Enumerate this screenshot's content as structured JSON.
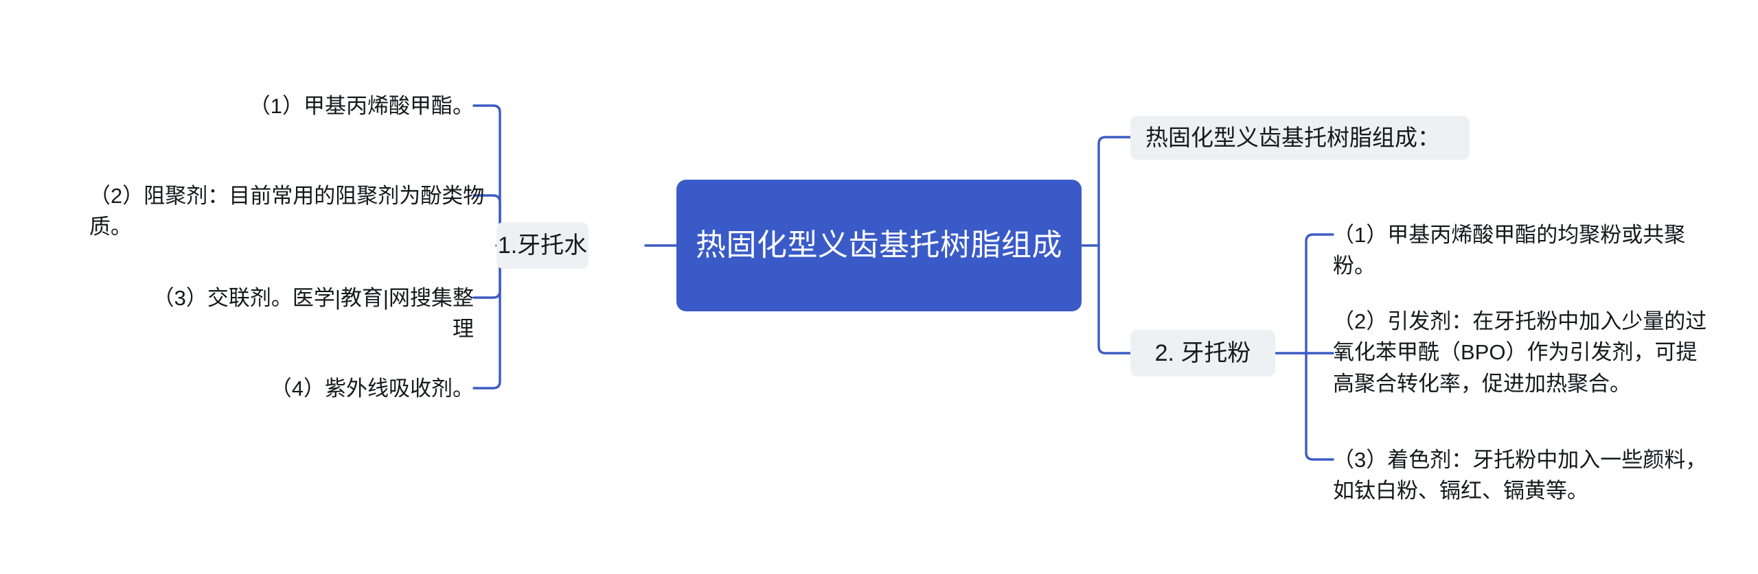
{
  "diagram": {
    "type": "mind-map",
    "title": "热固化型义齿基托树脂组成",
    "orientation": "horizontal-双向",
    "colors": {
      "root_fill": "#3a5bc7",
      "root_text": "#ffffff",
      "branch_fill": "#eef0f3",
      "branch_text": "#17181a",
      "connector": "#3b5bc4",
      "leaf_text": "#15171a",
      "canvas": "#ffffff"
    }
  },
  "root": {
    "label": "热固化型义齿基托树脂组成"
  },
  "left_branch": {
    "node": {
      "label": "1.牙托水"
    },
    "leaves": [
      {
        "label": "（1）甲基丙烯酸甲酯。"
      },
      {
        "label": "（2）阻聚剂：目前常用的阻聚剂为酚类物质。"
      },
      {
        "label": "（3）交联剂。医学|教育|网搜集整理"
      },
      {
        "label": "（4）紫外线吸收剂。"
      }
    ]
  },
  "right_branches": [
    {
      "node": {
        "label": "热固化型义齿基托树脂组成："
      },
      "leaves": []
    },
    {
      "node": {
        "label": "2. 牙托粉"
      },
      "leaves": [
        {
          "label": "（1）甲基丙烯酸甲酯的均聚粉或共聚粉。"
        },
        {
          "label": "（2）引发剂：在牙托粉中加入少量的过氧化苯甲酰（BPO）作为引发剂，可提高聚合转化率，促进加热聚合。"
        },
        {
          "label": "（3）着色剂：牙托粉中加入一些颜料，如钛白粉、镉红、镉黄等。"
        }
      ]
    }
  ]
}
